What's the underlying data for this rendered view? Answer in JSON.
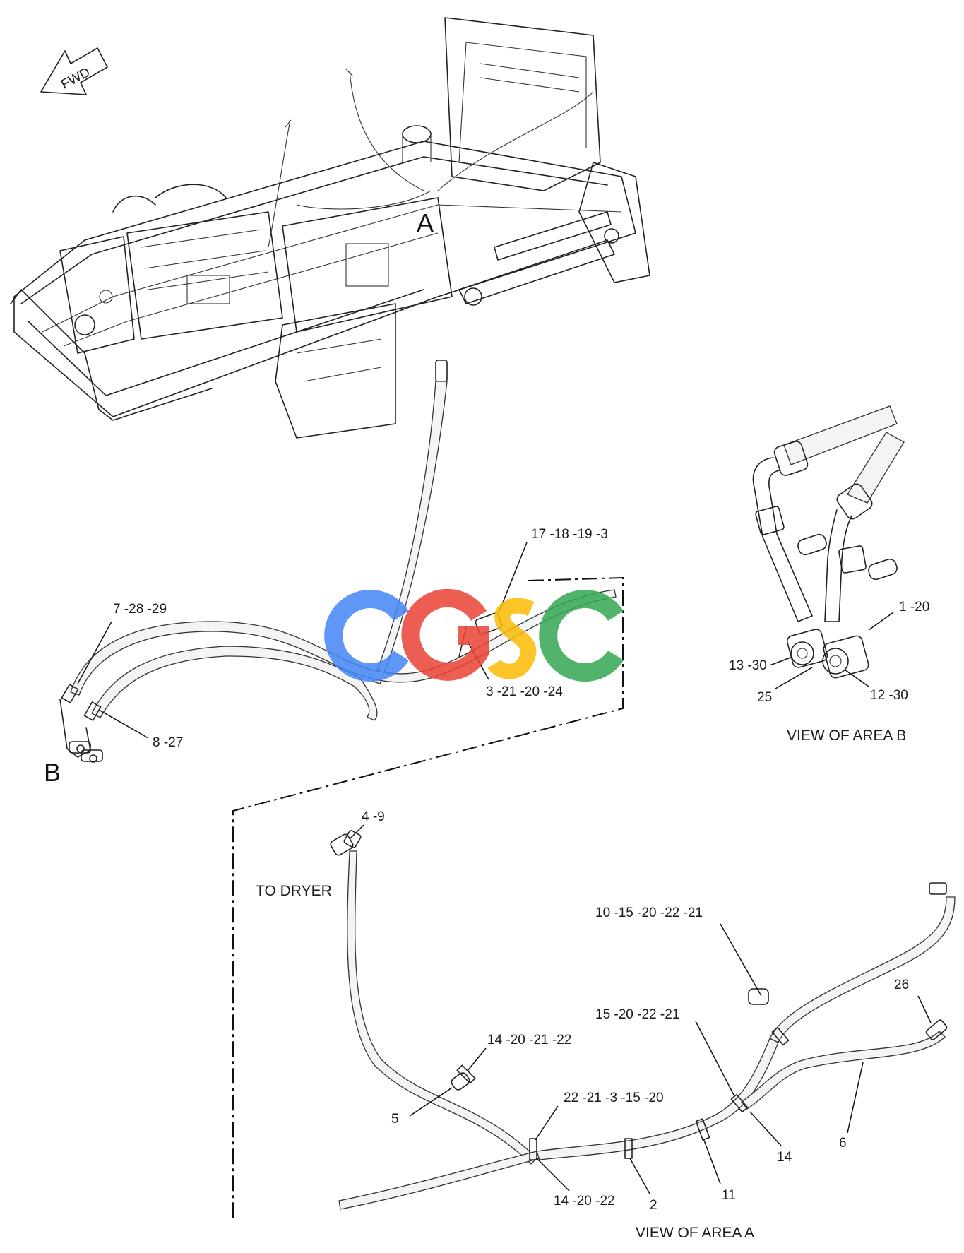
{
  "fwd_label": "FWD",
  "area_markers": {
    "a": "A",
    "b": "B"
  },
  "upper_callouts": {
    "c1": "17 -18 -19 -3",
    "c2": "7 -28 -29",
    "c3": "3 -21 -20 -24",
    "c4": "8 -27"
  },
  "area_b": {
    "caption": "VIEW OF AREA B",
    "labels": {
      "l1": "1 -20",
      "l2": "13 -30",
      "l3": "25",
      "l4": "12 -30"
    }
  },
  "area_a": {
    "caption": "VIEW OF AREA A",
    "to_dryer": "TO DRYER",
    "labels": {
      "l1": "4 -9",
      "l2": "10 -15 -20 -22 -21",
      "l3": "26",
      "l4": "15 -20 -22 -21",
      "l5": "14 -20 -21 -22",
      "l6": "22 -21 -3 -15 -20",
      "l7": "5",
      "l8": "14",
      "l9": "6",
      "l10": "14 -20 -22",
      "l11": "2",
      "l12": "11"
    }
  },
  "watermark": {
    "letters": [
      "C",
      "G",
      "S",
      "C"
    ],
    "colors": [
      "#4285F4",
      "#EA4335",
      "#FBBC05",
      "#34A853"
    ]
  }
}
